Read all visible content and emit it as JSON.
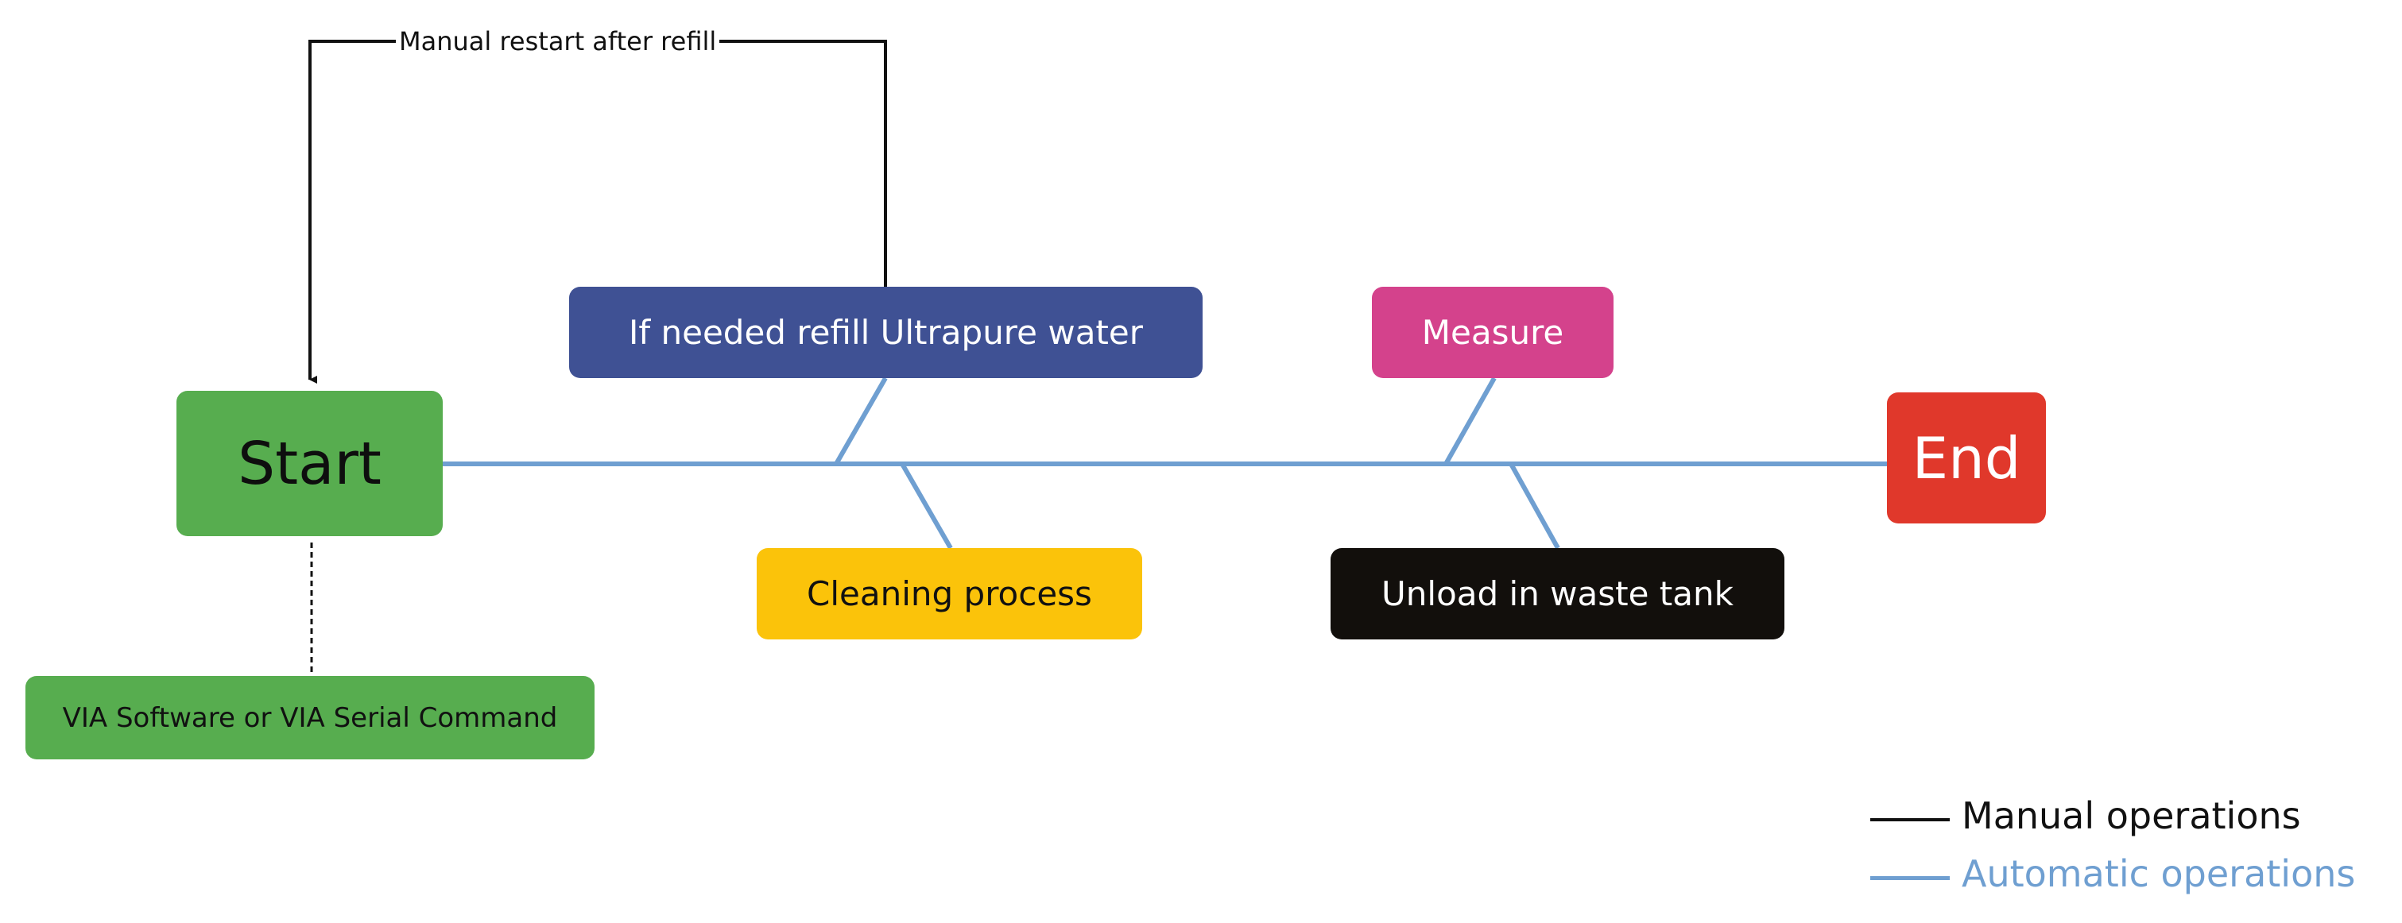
{
  "nodes": {
    "start": "Start",
    "via": "VIA Software or VIA Serial Command",
    "refill": "If needed refill Ultrapure water",
    "cleaning": "Cleaning process",
    "measure": "Measure",
    "unload": "Unload in waste tank",
    "end": "End"
  },
  "loop_label": "Manual restart after refill",
  "legend": {
    "manual": "Manual operations",
    "automatic": "Automatic operations"
  },
  "colors": {
    "manual_line": "#111111",
    "automatic_line": "#6f9fd1",
    "start": "#57ad4f",
    "refill": "#3f5194",
    "cleaning": "#fbc30a",
    "measure": "#d4428c",
    "unload": "#120f0c",
    "end": "#e0382b"
  }
}
